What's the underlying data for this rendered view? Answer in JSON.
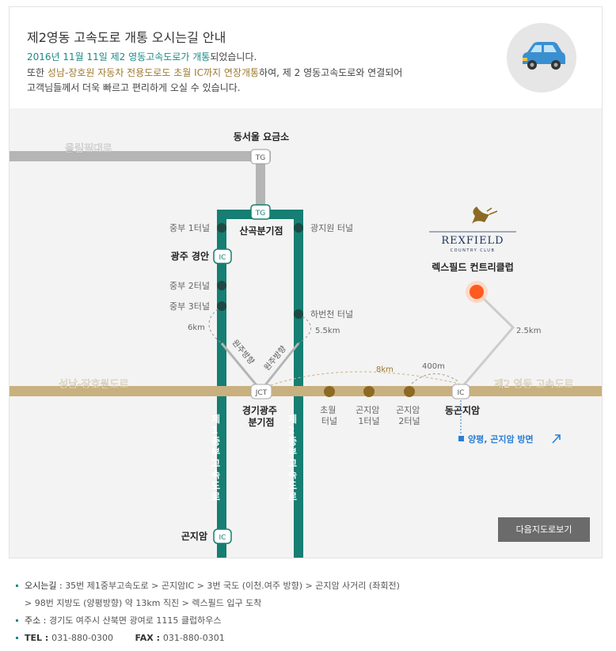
{
  "header": {
    "title": "제2영동 고속도로 개통 오시는길 안내",
    "line1_highlight": "2016년 11월 11일 제2 영동고속도로가 개통",
    "line1_rest": "되었습니다.",
    "line2_prefix": "또한 ",
    "line2_highlight": "성남-장호원 자동차 전용도로도 초월 IC까지 연장개통",
    "line2_rest": "하여, 제 2 영동고속도로와 연결되어",
    "line3": "고객님들께서 더욱 빠르고 편리하게 오실 수 있습니다."
  },
  "colors": {
    "teal": "#167e72",
    "tan": "#c9b07f",
    "gray_road": "#b5b5b5",
    "orange": "#ff5a1f",
    "car_blue": "#3a8fd0"
  },
  "map": {
    "roads": {
      "olympic": "올림픽대로",
      "seongnam": "성남-장호원도로",
      "yeongdong2": "제2 영동 고속도로",
      "jungbu1": "제1중부고속도로",
      "jungbu2": "제2중부고속도로"
    },
    "tollgate_label": "동서울 요금소",
    "tg": "TG",
    "jct": "JCT",
    "ic": "IC",
    "sangok": "산곡분기점",
    "gwangju_ic": "광주 경안",
    "tunnels_left": [
      "중부 1터널",
      "중부 2터널",
      "중부 3터널"
    ],
    "tunnels_right": [
      "광지원 터널",
      "하번천 터널"
    ],
    "dist_6km": "6km",
    "dist_55km": "5.5km",
    "wonju1": "원주방향",
    "wonju2": "원주방향",
    "gyeonggi_jct": [
      "경기광주",
      "분기점"
    ],
    "chowol": [
      "초월",
      "터널"
    ],
    "gonjiam1": [
      "곤지암",
      "1터널"
    ],
    "gonjiam2": [
      "곤지암",
      "2터널"
    ],
    "dist_8km": "8km",
    "dist_400m": "400m",
    "dist_25km": "2.5km",
    "dong_gonjiam": "동곤지암",
    "direction": "양평, 곤지암 방면",
    "gonjiam_ic": "곤지암",
    "rexfield_logo": "REXFIELD",
    "rexfield_sub": "COUNTRY CLUB",
    "rexfield_name": "렉스필드 컨트리클럽"
  },
  "next_button": "다음지도로보기",
  "info": {
    "route_label": "오시는길 : ",
    "route_text1": "35번 제1중부고속도로 > 곤지암IC > 3번 국도 (이천.여주 방향) > 곤지암 사거리 (좌회전)",
    "route_text2": "> 98번 지방도 (양평방향) 약 13km 직진 > 렉스필드 입구 도착",
    "address_label": "주소 : ",
    "address": "경기도 여주시 산북면 광여로 1115 클럽하우스",
    "tel_label": "TEL : ",
    "tel": "031-880-0300",
    "fax_label": "FAX : ",
    "fax": "031-880-0301"
  }
}
